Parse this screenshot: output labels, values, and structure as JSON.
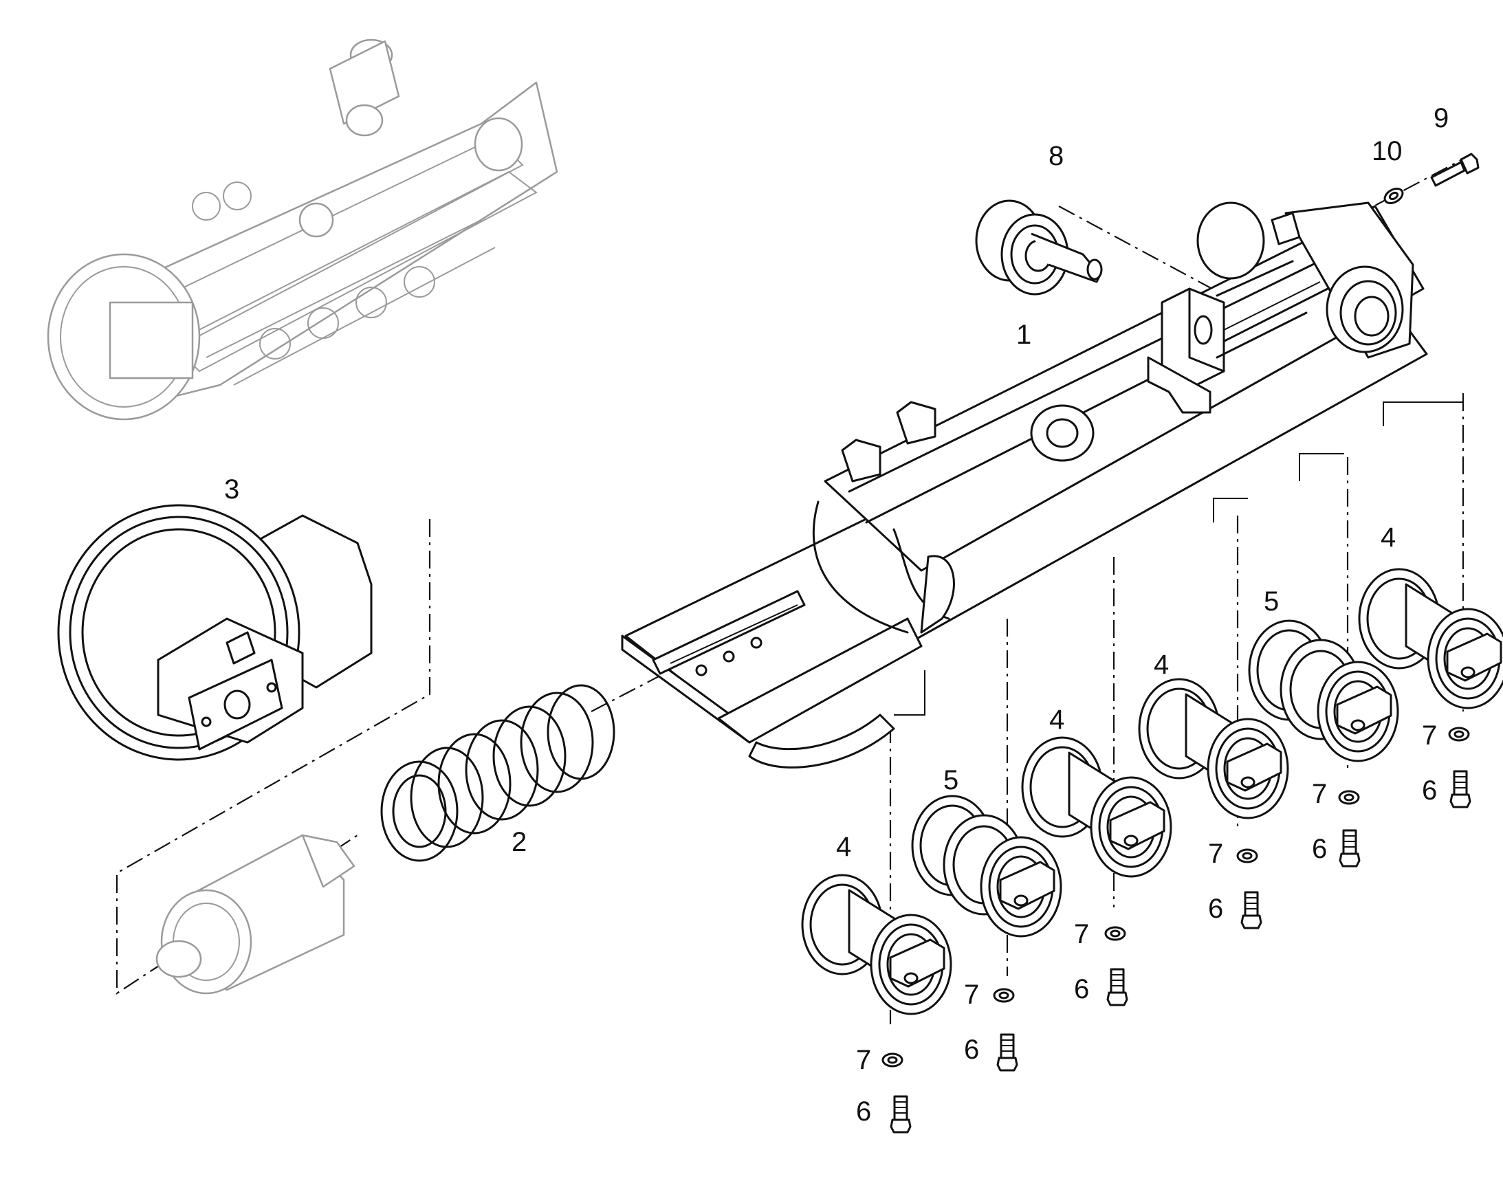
{
  "callouts": {
    "frame": "1",
    "spring": "2",
    "idler": "3",
    "roller_single": "4",
    "roller_double": "5",
    "bolt": "6",
    "washer": "7",
    "carrier_roller": "8",
    "top_bolt": "9",
    "top_washer": "10"
  }
}
